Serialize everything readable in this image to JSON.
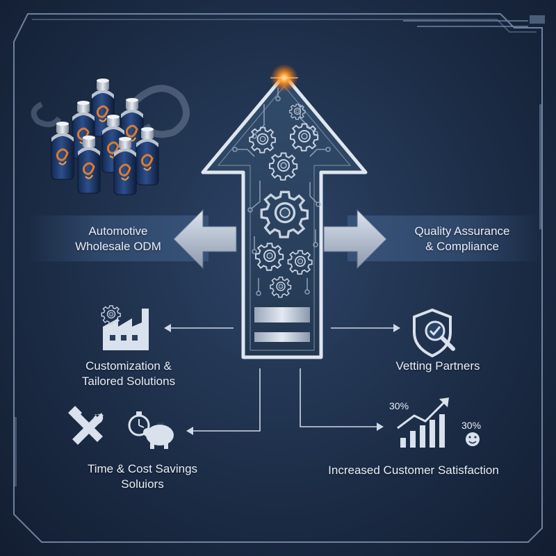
{
  "labels": {
    "automotive_odm": [
      "Automotive",
      "Wholesale ODM"
    ],
    "quality": [
      "Quality Assurance",
      "& Compliance"
    ],
    "customization": [
      "Customization &",
      "Tailored Solutions"
    ],
    "vetting": "Vetting Partners",
    "time_cost": [
      "Time & Cost Savings",
      "Soluiors"
    ],
    "satisfaction": "Increased Customer Satisfaction"
  },
  "badges": {
    "growth_pct": "30%",
    "smile_pct": "30%"
  },
  "colors": {
    "accent_orange": "#ff8a1e",
    "metal_light": "#d7dee8",
    "metal_dark": "#7c8aa0",
    "frame": "#8da2bf",
    "can_body": "#1f3a6e"
  },
  "icons": [
    "spray-can-icon",
    "factory-gear-icon",
    "shield-check-icon",
    "tools-icon",
    "stopwatch-icon",
    "piggy-bank-icon",
    "bar-chart-up-icon",
    "smiley-icon",
    "gear-icon"
  ]
}
